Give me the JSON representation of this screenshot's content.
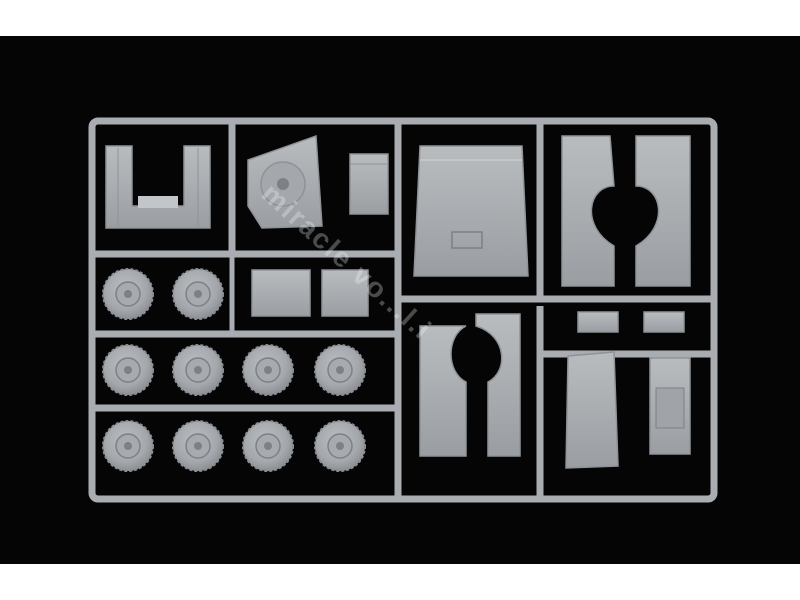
{
  "photo": {
    "background_color": "#050505",
    "plastic_color": "#a9adb1",
    "plastic_shadow_color": "#8f9397",
    "plastic_highlight_color": "#c3c6c9",
    "watermark_text": "miracle vo...l.i"
  },
  "sprue": {
    "wheel_count": 10,
    "wheel_rows": [
      2,
      4,
      4
    ]
  }
}
